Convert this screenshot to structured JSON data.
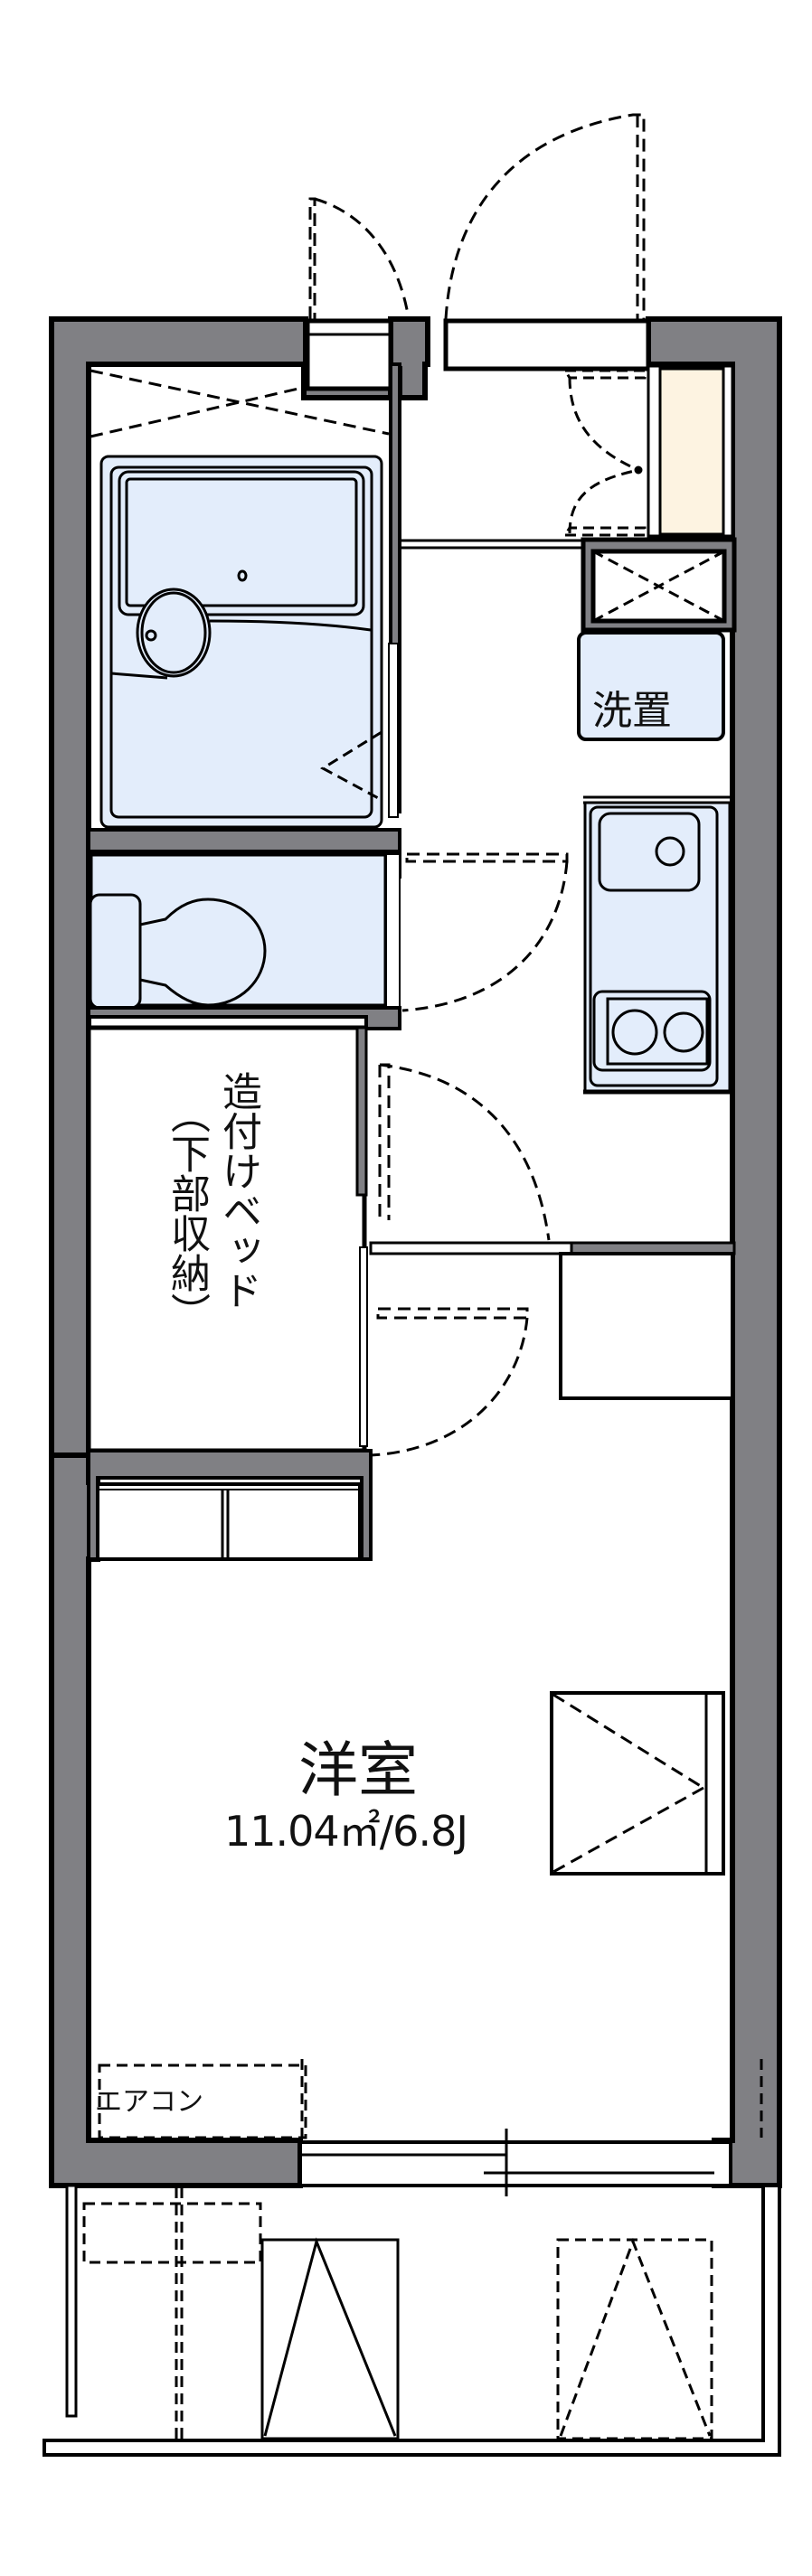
{
  "floorplan": {
    "title": "1K floor plan",
    "colors": {
      "wall": "#808084",
      "line": "#000000",
      "fixture_fill": "#e3edfb",
      "shoe_cabinet_fill": "#fdf3e1",
      "background": "#ffffff"
    },
    "rooms": {
      "washer": {
        "label": "洗置"
      },
      "loft_bed": {
        "label_line1": "造付けベッド",
        "label_line2": "（下部収納）"
      },
      "main_room": {
        "label": "洋室",
        "area": "11.04㎡/6.8J"
      },
      "aircon": {
        "label": "エアコン"
      }
    },
    "elements": [
      "entrance-door",
      "shoe-cabinet",
      "pipe-shaft",
      "bathroom-unit",
      "toilet",
      "kitchen-sink",
      "stove",
      "closet",
      "balcony",
      "sliding-window"
    ]
  }
}
